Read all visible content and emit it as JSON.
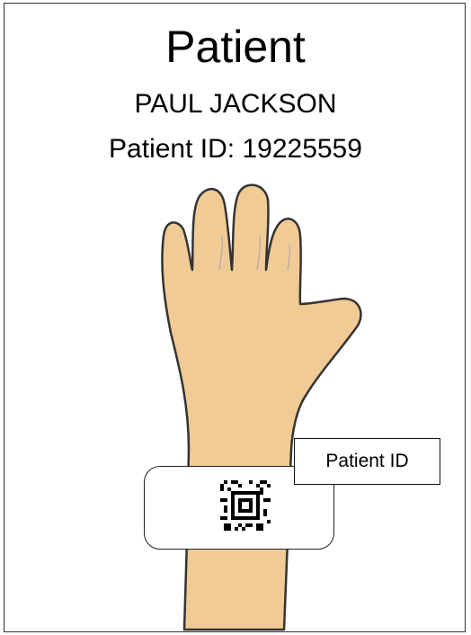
{
  "header": {
    "title": "Patient",
    "patient_name": "PAUL JACKSON",
    "patient_id_line": "Patient ID: 19225559"
  },
  "wristband": {
    "tag_label": "Patient ID",
    "code_icon": "qr-code-icon"
  },
  "colors": {
    "skin": "#F1CB95",
    "outline": "#333333",
    "border": "#333333"
  }
}
